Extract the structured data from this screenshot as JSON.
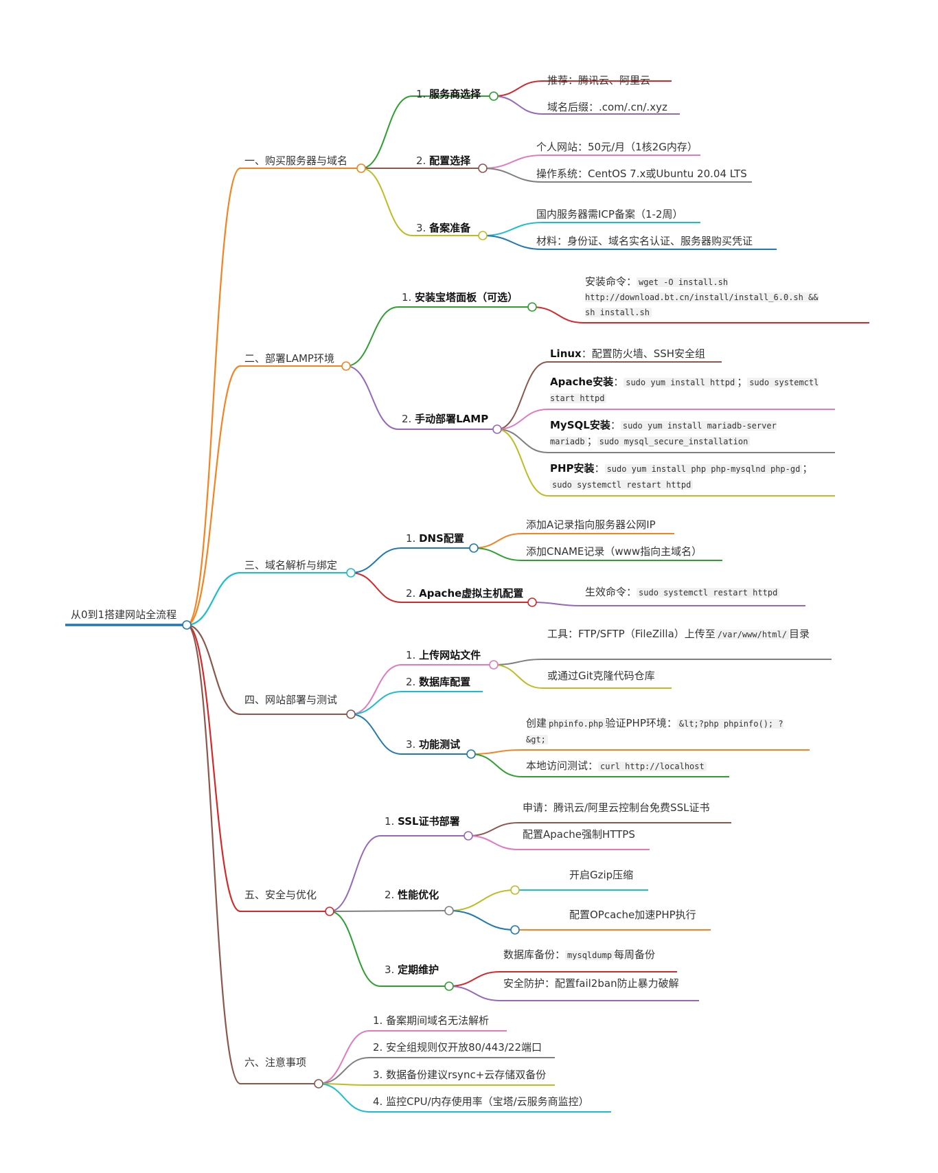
{
  "root": {
    "label": "从0到1搭建网站全流程"
  },
  "colors": {
    "orange": "#f5821f",
    "cyan": "#17becf",
    "brown": "#8c564b",
    "red": "#d62728",
    "green": "#2ca02c",
    "purple": "#9467bd",
    "pink": "#e377c2",
    "gray": "#7f7f7f",
    "olive": "#bcbd22",
    "blue": "#1f77b4"
  },
  "sec1": {
    "label": "一、购买服务器与域名",
    "n1": {
      "num": "1. ",
      "label": "服务商选择",
      "a": "推荐：腾讯云、阿里云",
      "b": "域名后缀：.com/.cn/.xyz"
    },
    "n2": {
      "num": "2. ",
      "label": "配置选择",
      "a": "个人网站：50元/月（1核2G内存）",
      "b": "操作系统：CentOS 7.x或Ubuntu 20.04 LTS"
    },
    "n3": {
      "num": "3. ",
      "label": "备案准备",
      "a": "国内服务器需ICP备案（1-2周）",
      "b": "材料：身份证、域名实名认证、服务器购买凭证"
    }
  },
  "sec2": {
    "label": "二、部署LAMP环境",
    "n1": {
      "num": "1. ",
      "label": "安装宝塔面板（可选）",
      "cmd_label": "安装命令：",
      "cmd": "wget -O install.sh http://download.bt.cn/install/install_6.0.sh && sh install.sh"
    },
    "n2": {
      "num": "2. ",
      "label": "手动部署LAMP",
      "linux": {
        "name": "Linux",
        "text": "：配置防火墙、SSH安全组"
      },
      "apache": {
        "name": "Apache安装",
        "sep": "：",
        "c1": "sudo yum install httpd",
        "semi": "；",
        "c2": "sudo systemctl start httpd"
      },
      "mysql": {
        "name": "MySQL安装",
        "sep": "：",
        "c1": "sudo yum install mariadb-server mariadb",
        "semi": "；",
        "c2": "sudo mysql_secure_installation"
      },
      "php": {
        "name": "PHP安装",
        "sep": "：",
        "c1": "sudo yum install php php-mysqlnd php-gd",
        "semi": "；",
        "c2": "sudo systemctl restart httpd"
      }
    }
  },
  "sec3": {
    "label": "三、域名解析与绑定",
    "n1": {
      "num": "1. ",
      "label": "DNS配置",
      "a": "添加A记录指向服务器公网IP",
      "b": "添加CNAME记录（www指向主域名）"
    },
    "n2": {
      "num": "2. ",
      "label": "Apache虚拟主机配置",
      "cmd_label": "生效命令：",
      "cmd": "sudo systemctl restart httpd"
    }
  },
  "sec4": {
    "label": "四、网站部署与测试",
    "n1": {
      "num": "1. ",
      "label": "上传网站文件",
      "a_pre": "工具：FTP/SFTP（FileZilla）上传至",
      "a_code": "/var/www/html/",
      "a_post": "目录",
      "b": "或通过Git克隆代码仓库"
    },
    "n2": {
      "num": "2. ",
      "label": "数据库配置"
    },
    "n3": {
      "num": "3. ",
      "label": "功能测试",
      "a_pre": "创建",
      "a_code": "phpinfo.php",
      "a_mid": "验证PHP环境：",
      "a_code2": "&lt;?php phpinfo(); ?&gt;",
      "b_pre": "本地访问测试：",
      "b_code": "curl http://localhost"
    }
  },
  "sec5": {
    "label": "五、安全与优化",
    "n1": {
      "num": "1. ",
      "label": "SSL证书部署",
      "a": "申请：腾讯云/阿里云控制台免费SSL证书",
      "b": "配置Apache强制HTTPS"
    },
    "n2": {
      "num": "2. ",
      "label": "性能优化",
      "a": "开启Gzip压缩",
      "b": "配置OPcache加速PHP执行"
    },
    "n3": {
      "num": "3. ",
      "label": "定期维护",
      "a_pre": "数据库备份：",
      "a_code": "mysqldump",
      "a_post": "每周备份",
      "b": "安全防护：配置fail2ban防止暴力破解"
    }
  },
  "sec6": {
    "label": "六、注意事项",
    "items": [
      "1. 备案期间域名无法解析",
      "2. 安全组规则仅开放80/443/22端口",
      "3. 数据备份建议rsync+云存储双备份",
      "4. 监控CPU/内存使用率（宝塔/云服务商监控）"
    ]
  }
}
